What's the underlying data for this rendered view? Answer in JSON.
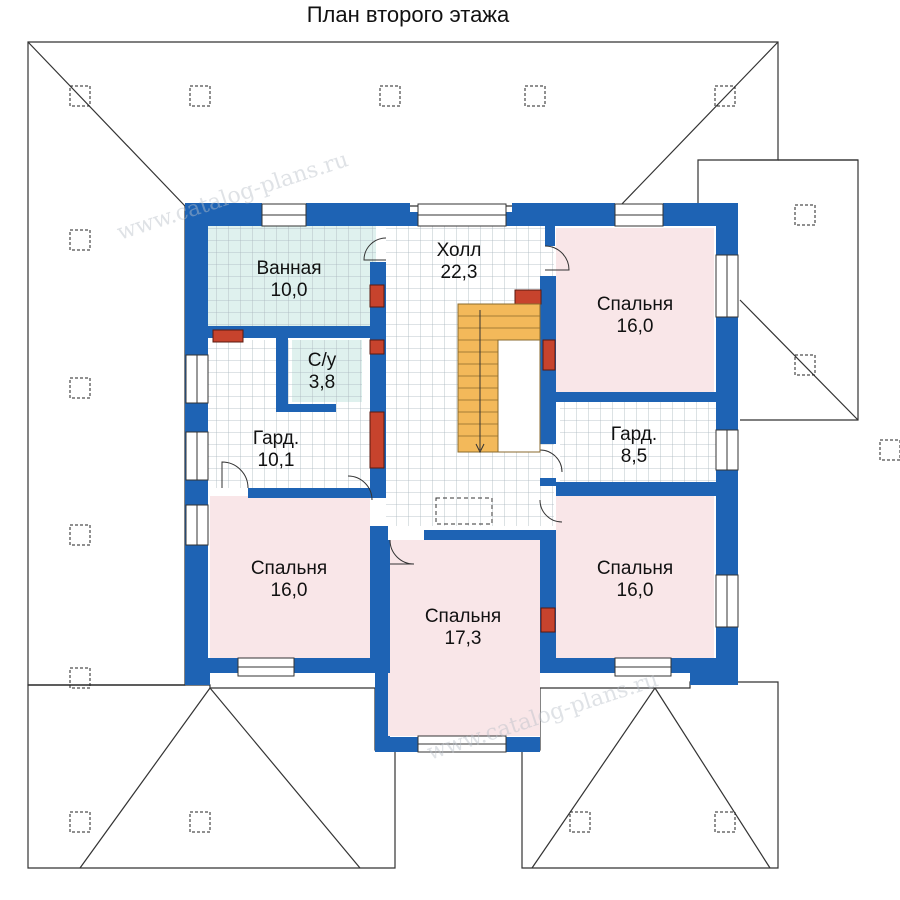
{
  "title": "План второго этажа",
  "watermark": "www.catalog-plans.ru",
  "colors": {
    "wall": "#1e63b4",
    "bedroom": "#f9e6e8",
    "tile_green": "#dff1ee",
    "tile_grid": "#a9b5bd",
    "stair": "#f3b95a",
    "chimney": "#c7432d"
  },
  "rooms": [
    {
      "name": "Холл",
      "area": "22,3"
    },
    {
      "name": "Ванная",
      "area": "10,0"
    },
    {
      "name": "С/у",
      "area": "3,8"
    },
    {
      "name": "Гард.",
      "area": "10,1"
    },
    {
      "name": "Спальня",
      "area": "16,0"
    },
    {
      "name": "Гард.",
      "area": "8,5"
    },
    {
      "name": "Спальня",
      "area": "16,0"
    },
    {
      "name": "Спальня",
      "area": "17,3"
    },
    {
      "name": "Спальня",
      "area": "16,0"
    }
  ]
}
